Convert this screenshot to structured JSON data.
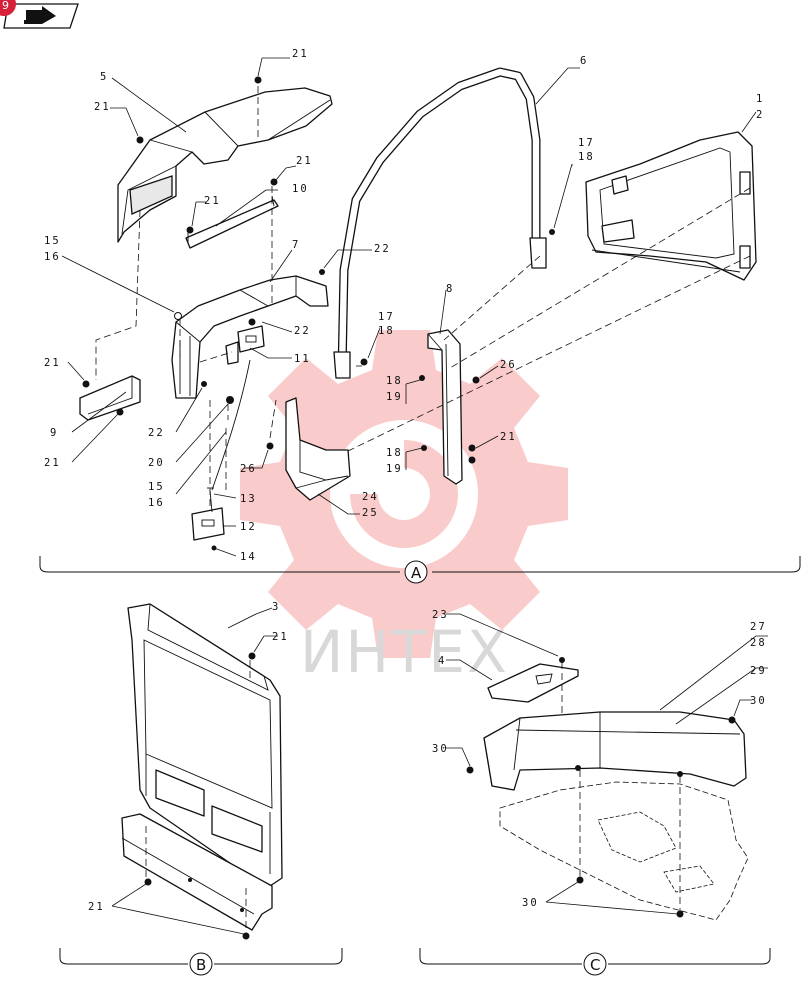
{
  "nav": {
    "page_badge": "9",
    "back_icon": "back-arrow-icon"
  },
  "watermark": {
    "text": "ИНТЕХ",
    "logo": "gear-logo"
  },
  "views": {
    "a": "A",
    "b": "B",
    "c": "C"
  },
  "callouts": {
    "c21a": "21",
    "c5": "5",
    "c21b": "21",
    "c6": "6",
    "c1": "1",
    "c2": "2",
    "c21c": "21",
    "c10": "10",
    "c21d": "21",
    "c17a": "17",
    "c18a": "18",
    "c15a": "15",
    "c16a": "16",
    "c7": "7",
    "c22a": "22",
    "c22b": "22",
    "c11": "11",
    "c17b": "17",
    "c18b": "18",
    "c8": "8",
    "c21e": "21",
    "c9": "9",
    "c21f": "21",
    "c22c": "22",
    "c20": "20",
    "c15b": "15",
    "c16b": "16",
    "c26a": "26",
    "c18c": "18",
    "c19a": "19",
    "c26b": "26",
    "c18d": "18",
    "c19b": "19",
    "c21g": "21",
    "c13": "13",
    "c24": "24",
    "c25": "25",
    "c12": "12",
    "c14": "14",
    "c3": "3",
    "c21h": "21",
    "c23": "23",
    "c4": "4",
    "c27": "27",
    "c28": "28",
    "c29": "29",
    "c30a": "30",
    "c30b": "30",
    "c21i": "21",
    "c30c": "30"
  }
}
